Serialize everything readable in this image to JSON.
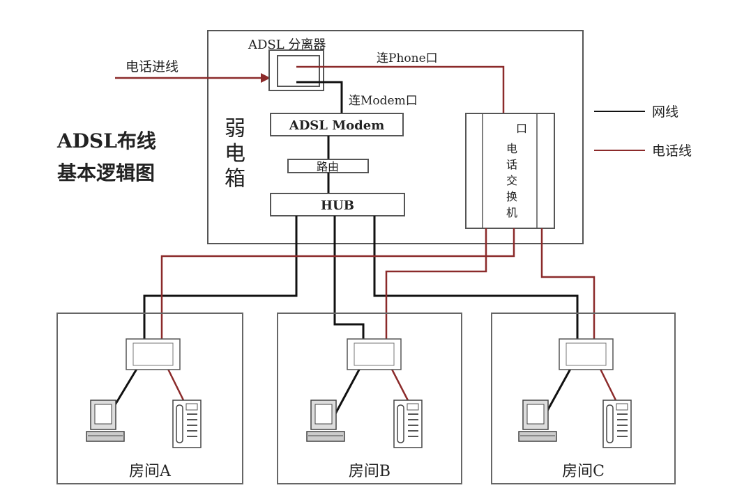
{
  "title": [
    "ADSL布线",
    "基本逻辑图"
  ],
  "legend": [
    {
      "label": "网线",
      "color": "#111111"
    },
    {
      "label": "电话线",
      "color": "#8b2a2a"
    }
  ],
  "cabinet": {
    "label": "弱电箱"
  },
  "incoming_line": "电话进线",
  "splitter": {
    "label": "ADSL 分离器"
  },
  "phone_port_label": "连Phone口",
  "modem_port_label": "连Modem口",
  "modem": "ADSL Modem",
  "router": "路由",
  "hub": "HUB",
  "switch": {
    "label": "电话交换机",
    "port_glyph": "口"
  },
  "rooms": [
    {
      "label": "房间A"
    },
    {
      "label": "房间B"
    },
    {
      "label": "房间C"
    }
  ]
}
